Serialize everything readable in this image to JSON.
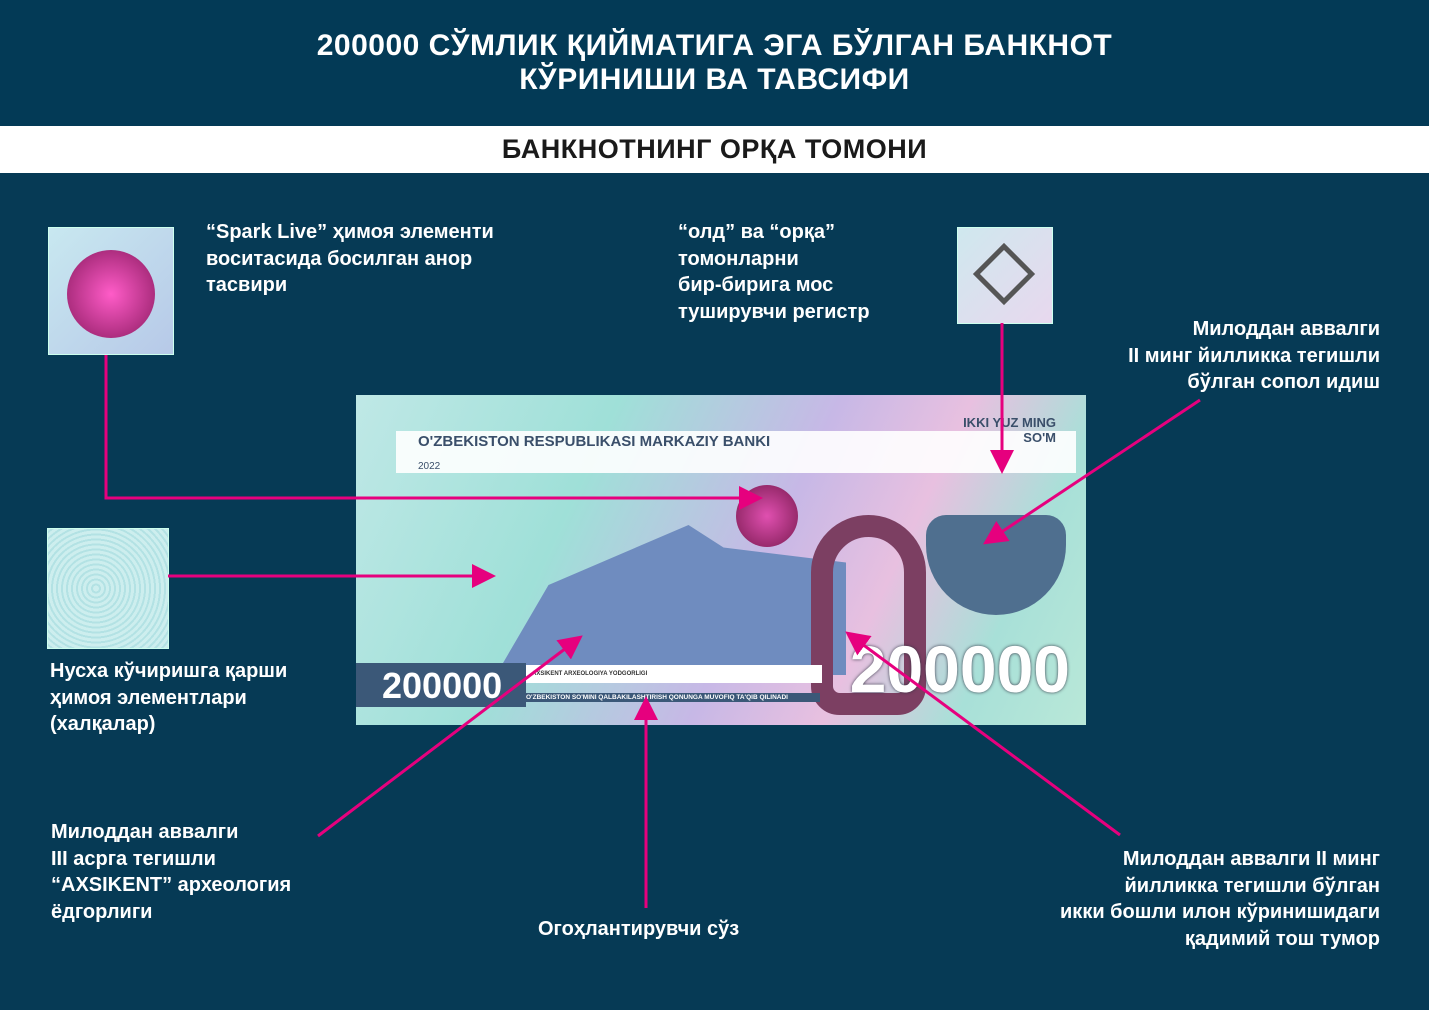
{
  "header": {
    "title_line1": "200000 СЎМЛИК ҚИЙМАТИГА ЭГА БЎЛГАН БАНКНОТ",
    "title_line2": "КЎРИНИШИ ВА ТАВСИФИ",
    "subtitle": "БАНКНОТНИНГ ОРҚА ТОМОНИ"
  },
  "labels": {
    "spark": "“Spark Live” ҳимоя элементи\nвоситасида босилган анор\nтасвири",
    "register": "“олд” ва “орқа”\nтомонларни\nбир-бирига мос\nтуширувчи регистр",
    "vessel": "Милоддан аввалги\nII минг йилликка тегишли\nбўлган сопол идиш",
    "rings": "Нусха кўчиришга қарши\nҳимоя элементлари\n(халқалар)",
    "axsikent": "Милоддан аввалги\nIII асрга тегишли\n“AXSIKENT” археология\nёдгорлиги",
    "warning": "Огоҳлантирувчи  сўз",
    "amulet": "Милоддан аввалги II минг\nйилликка тегишли бўлган\nикки бошли илон кўринишидаги\nқадимий тош тумор"
  },
  "banknote": {
    "bank_name": "O'ZBEKISTON RESPUBLIKASI MARKAZIY BANKI",
    "year": "2022",
    "words": "IKKI YUZ MING\nSO'M",
    "denomination": "200000",
    "site_caption": "AXSIKENT ARXEOLOGIYA YODGORLIGI",
    "warning_text": "O'ZBEKISTON SO'MINI QALBAKILASHTIRISH QONUNGA MUVOFIQ TA'QIB QILINADI"
  },
  "colors": {
    "background": "#063a55",
    "arrow": "#e6007e",
    "header_band": "#ffffff"
  }
}
